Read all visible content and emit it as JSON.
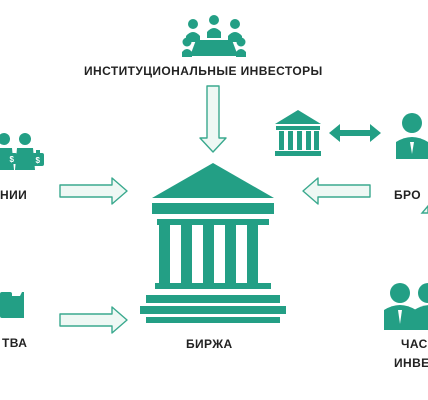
{
  "labels": {
    "institutional": "ИНСТИТУЦИОНАЛЬНЫЕ ИНВЕСТОРЫ",
    "companies": "НИИ",
    "state": "ТВА",
    "exchange": "БИРЖА",
    "brokers": "БРО",
    "private_line1": "ЧАС",
    "private_line2": "ИНВЕ"
  },
  "colors": {
    "accent": "#239f85",
    "arrow_fill": "#eef8f4",
    "arrow_stroke": "#3aa98e",
    "text": "#222222"
  },
  "icons": [
    "meeting-group-icon",
    "businessmen-money-bags-icon",
    "exchange-building-icon",
    "bank-building-icon",
    "double-arrow-icon",
    "person-icon",
    "people-group-icon",
    "hand-icon"
  ]
}
